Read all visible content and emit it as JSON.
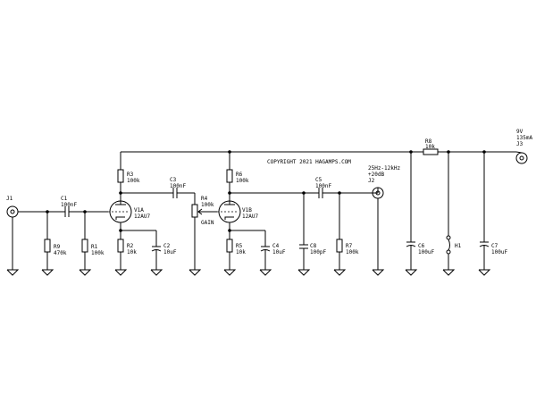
{
  "copyright": "COPYRIGHT 2021 HAGAMPS.COM",
  "connectors": {
    "j1": {
      "ref": "J1"
    },
    "j2": {
      "ref": "J2",
      "note1": "25Hz-12kHz",
      "note2": "+20dB"
    },
    "j3": {
      "ref": "J3",
      "value1": "9V",
      "value2": "135mA"
    }
  },
  "capacitors": {
    "c1": {
      "ref": "C1",
      "value": "100nF"
    },
    "c2": {
      "ref": "C2",
      "value": "10uF"
    },
    "c3": {
      "ref": "C3",
      "value": "100nF"
    },
    "c4": {
      "ref": "C4",
      "value": "10uF"
    },
    "c5": {
      "ref": "C5",
      "value": "100nF"
    },
    "c6": {
      "ref": "C6",
      "value": "100uF"
    },
    "c7": {
      "ref": "C7",
      "value": "100uF"
    },
    "c8": {
      "ref": "C8",
      "value": "100pF"
    }
  },
  "resistors": {
    "r1": {
      "ref": "R1",
      "value": "100k"
    },
    "r2": {
      "ref": "R2",
      "value": "10k"
    },
    "r3": {
      "ref": "R3",
      "value": "100k"
    },
    "r5": {
      "ref": "R5",
      "value": "10k"
    },
    "r6": {
      "ref": "R6",
      "value": "100k"
    },
    "r7": {
      "ref": "R7",
      "value": "100k"
    },
    "r8": {
      "ref": "R8",
      "value": "10k"
    },
    "r9": {
      "ref": "R9",
      "value": "470k"
    }
  },
  "pot": {
    "ref": "R4",
    "value": "100k",
    "name": "GAIN"
  },
  "tubes": {
    "v1a": {
      "ref": "V1A",
      "type": "12AU7"
    },
    "v1b": {
      "ref": "V1B",
      "type": "12AU7"
    }
  },
  "heater": {
    "ref": "H1"
  }
}
